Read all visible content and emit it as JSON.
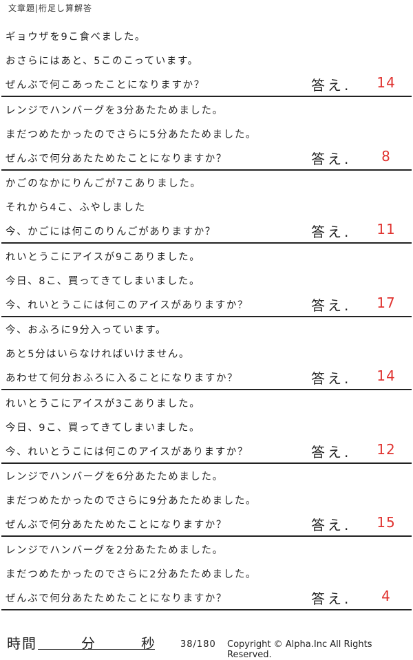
{
  "header": {
    "title": "文章題|桁足し算解答"
  },
  "answer_label": "答え.",
  "problems": [
    {
      "lines": [
        "ギョウザを9こ食べました。",
        "おさらにはあと、5このこっています。",
        "ぜんぶで何こあったことになりますか？"
      ],
      "answer": "14"
    },
    {
      "lines": [
        "レンジでハンバーグを3分あたためました。",
        "まだつめたかったのでさらに5分あたためました。",
        "ぜんぶで何分あたためたことになりますか？"
      ],
      "answer": "8"
    },
    {
      "lines": [
        "かごのなかにりんごが7こありました。",
        "それから4こ、ふやしました",
        "今、かごには何このりんごがありますか？"
      ],
      "answer": "11"
    },
    {
      "lines": [
        "れいとうこにアイスが9こありました。",
        "今日、8こ、買ってきてしまいました。",
        "今、れいとうこには何このアイスがありますか？"
      ],
      "answer": "17"
    },
    {
      "lines": [
        "今、おふろに9分入っています。",
        "あと5分はいらなければいけません。",
        "あわせて何分おふろに入ることになりますか？"
      ],
      "answer": "14"
    },
    {
      "lines": [
        "れいとうこにアイスが3こありました。",
        "今日、9こ、買ってきてしまいました。",
        "今、れいとうこには何このアイスがありますか？"
      ],
      "answer": "12"
    },
    {
      "lines": [
        "レンジでハンバーグを6分あたためました。",
        "まだつめたかったのでさらに9分あたためました。",
        "ぜんぶで何分あたためたことになりますか？"
      ],
      "answer": "15"
    },
    {
      "lines": [
        "レンジでハンバーグを2分あたためました。",
        "まだつめたかったのでさらに2分あたためました。",
        "ぜんぶで何分あたためたことになりますか？"
      ],
      "answer": "4"
    }
  ],
  "footer": {
    "time_label": "時間",
    "minutes_label": "分",
    "seconds_label": "秒",
    "page": "38/180",
    "copyright": "Copyright ©  Alpha.Inc All Rights Reserved."
  },
  "colors": {
    "answer": "#e0322f",
    "text": "#222222",
    "rule": "#222222"
  }
}
